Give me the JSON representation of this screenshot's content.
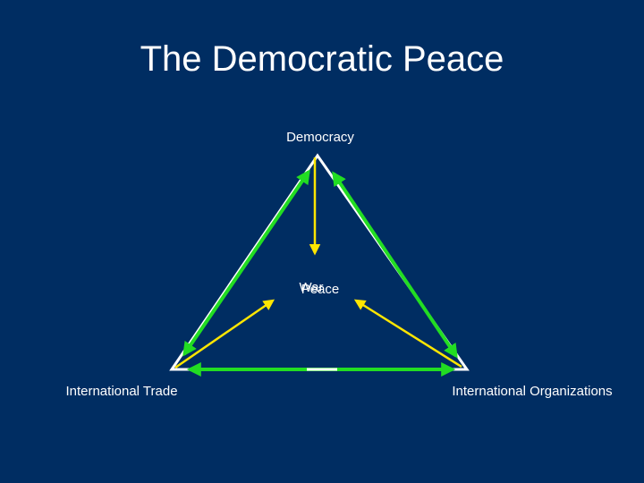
{
  "title": "The Democratic Peace",
  "diagram": {
    "nodes": {
      "top": "Democracy",
      "left": "International Trade",
      "right": "International Organizations"
    },
    "center_labels": [
      "War",
      "Peace"
    ]
  },
  "colors": {
    "background": "#002d62",
    "text": "#ffffff",
    "triangle_edge": "#ffffff",
    "mutual_arrow": "#22dd22",
    "causal_arrow": "#ffe600"
  }
}
